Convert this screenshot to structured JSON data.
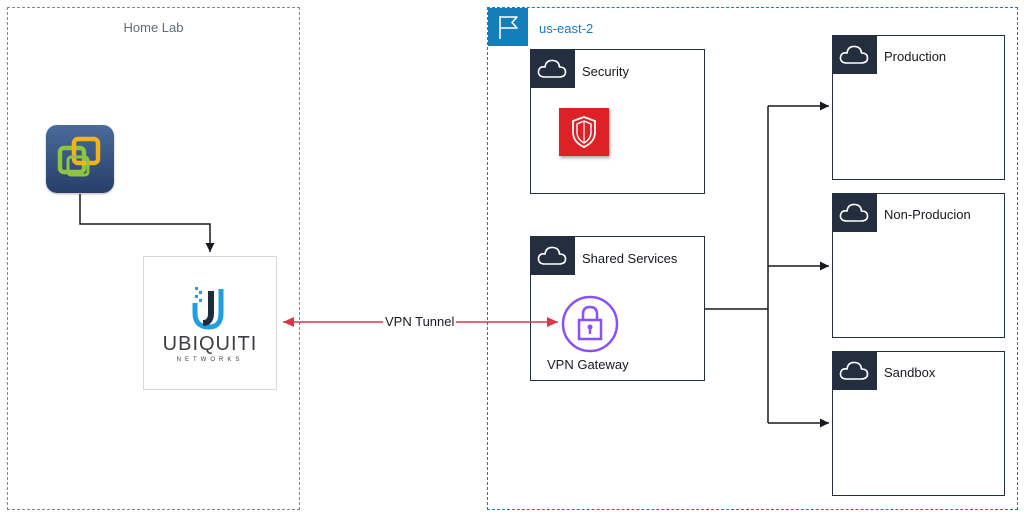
{
  "home_lab": {
    "label": "Home Lab"
  },
  "region": {
    "label": "us-east-2"
  },
  "accounts": {
    "security": "Security",
    "shared_services": "Shared Services",
    "production": "Production",
    "non_production": "Non-Producion",
    "sandbox": "Sandbox"
  },
  "vpn_gateway": {
    "label": "VPN Gateway"
  },
  "vpn_tunnel": {
    "label": "VPN Tunnel"
  },
  "ubiquiti": {
    "brand": "UBIQUITI",
    "sub": "NETWORKS"
  },
  "colors": {
    "home_border": "#7d8998",
    "region_border": "#147eba",
    "dark": "#232f3e",
    "tunnel": "#dd344c",
    "vpn_purple": "#8c4fff",
    "shield_red": "#dd2126",
    "ubiquiti_blue": "#1f9fe0"
  }
}
